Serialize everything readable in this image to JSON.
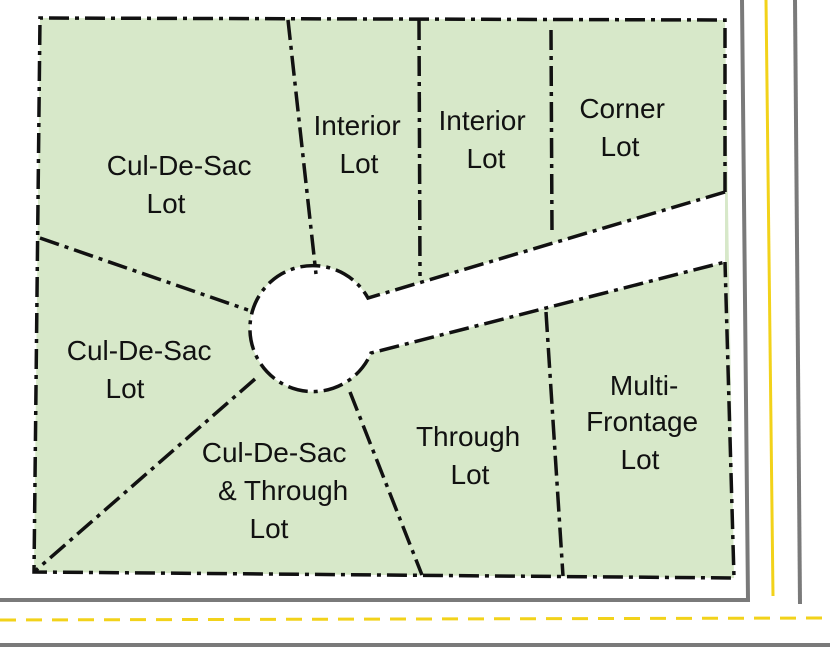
{
  "colors": {
    "lot_fill": "#d7e8c9",
    "boundary": "#111111",
    "street_edge": "#7a7a7a",
    "street_centerline": "#f2d21a",
    "cul_de_sac": "#ffffff"
  },
  "labels": {
    "cul_de_sac_top": [
      "Cul-De-Sac",
      "Lot"
    ],
    "interior_1": [
      "Interior",
      "Lot"
    ],
    "interior_2": [
      "Interior",
      "Lot"
    ],
    "corner": [
      "Corner",
      "Lot"
    ],
    "cul_de_sac_left": [
      "Cul-De-Sac",
      "Lot"
    ],
    "cul_de_sac_through": [
      "Cul-De-Sac",
      "& Through",
      "Lot"
    ],
    "through": [
      "Through",
      "Lot"
    ],
    "multi_frontage": [
      "Multi-",
      "Frontage",
      "Lot"
    ]
  }
}
